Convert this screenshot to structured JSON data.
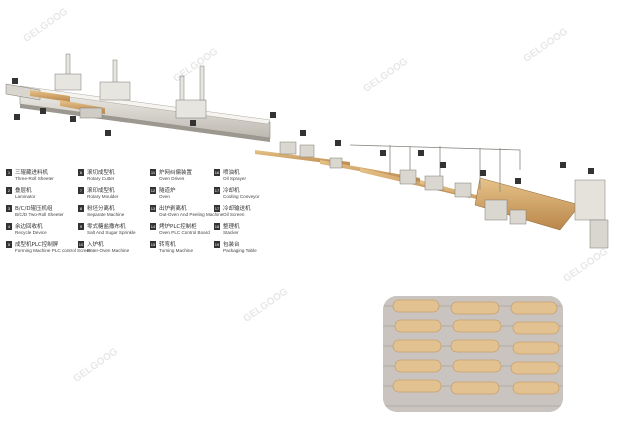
{
  "legend": [
    {
      "num": "1",
      "cn": "三辊藏进料机",
      "en": "Three-Roll Sheeter"
    },
    {
      "num": "2",
      "cn": "叠层机",
      "en": "Laminator"
    },
    {
      "num": "3",
      "cn": "B/C/D辊压机组",
      "en": "B/C/D Two-Roll Sheeter"
    },
    {
      "num": "4",
      "cn": "余边回收机",
      "en": "Recycle Device"
    },
    {
      "num": "5",
      "cn": "成型机PLC控制屏",
      "en": "Forming Machine PLC control Screen"
    },
    {
      "num": "6",
      "cn": "滚切成型机",
      "en": "Rotary Cutter"
    },
    {
      "num": "7",
      "cn": "滚印成型机",
      "en": "Rotary Moulder"
    },
    {
      "num": "8",
      "cn": "粉坯分离机",
      "en": "Separate Machine"
    },
    {
      "num": "9",
      "cn": "零式糖盐撒布机",
      "en": "Salt And Sugar Sprinkle"
    },
    {
      "num": "10",
      "cn": "入炉机",
      "en": "Enter-Oven Machine"
    },
    {
      "num": "11",
      "cn": "炉网纠偏装置",
      "en": "Oven Drives"
    },
    {
      "num": "12",
      "cn": "隧道炉",
      "en": "Oven"
    },
    {
      "num": "13",
      "cn": "出炉剥离机",
      "en": "Out-Oven And Peeling Machine"
    },
    {
      "num": "14",
      "cn": "烤炉PLC控制柜",
      "en": "Oven PLC Control Board"
    },
    {
      "num": "15",
      "cn": "转弯机",
      "en": "Turning Machine"
    },
    {
      "num": "16",
      "cn": "喷油机",
      "en": "Oil Sprayer"
    },
    {
      "num": "17",
      "cn": "冷却机",
      "en": "Cooling Conveyor"
    },
    {
      "num": "18",
      "cn": "整理机",
      "en": "Stacker"
    },
    {
      "num": "19",
      "cn": "包装台",
      "en": "Packaging Table"
    }
  ],
  "legend_extra": {
    "num": "17",
    "cn": "冷却输送机",
    "en": "Oil Screen"
  },
  "watermark_text": "GELGOOG",
  "colors": {
    "machine_frame": "#d9d6cf",
    "machine_shadow": "#a9a69f",
    "belt": "#c99a55",
    "dark_label": "#333333",
    "photo_bg": "#c9c4bf",
    "biscuit": "#e2c291"
  },
  "icons": [
    "gelgoog-logo-watermark"
  ]
}
